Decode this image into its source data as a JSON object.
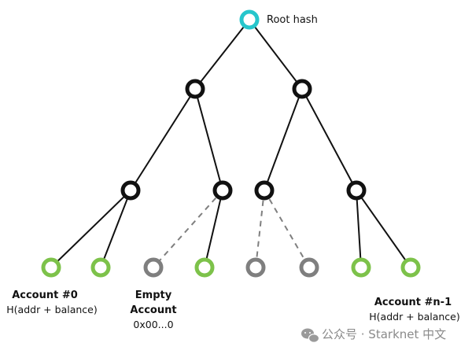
{
  "diagram": {
    "root_label": "Root hash",
    "account_first": {
      "title": "Account #0",
      "detail": "H(addr + balance)"
    },
    "account_empty": {
      "title_line1": "Empty",
      "title_line2": "Account",
      "detail": "0x00...0"
    },
    "account_last": {
      "title": "Account #n-1",
      "detail": "H(addr + balance)"
    },
    "node_colors": {
      "root": "#26c6cc",
      "internal": "#111111",
      "account_leaf": "#7dc24a",
      "empty_leaf": "#7f7f7f"
    },
    "edge_colors": {
      "solid": "#111111",
      "dashed": "#7f7f7f"
    }
  },
  "watermark": {
    "text": "公众号 · Starknet 中文",
    "icon": "wechat-chat-icon"
  }
}
